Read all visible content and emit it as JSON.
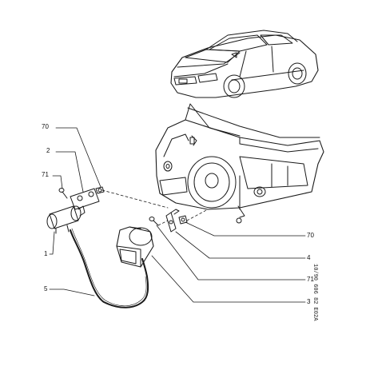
{
  "callouts": {
    "c70_top": "70",
    "c2": "2",
    "c71_left": "71",
    "c1": "1",
    "c5": "5",
    "c70_right": "70",
    "c4": "4",
    "c71_right": "71",
    "c3": "3"
  },
  "stamp": "10/90   606   82 E02A"
}
